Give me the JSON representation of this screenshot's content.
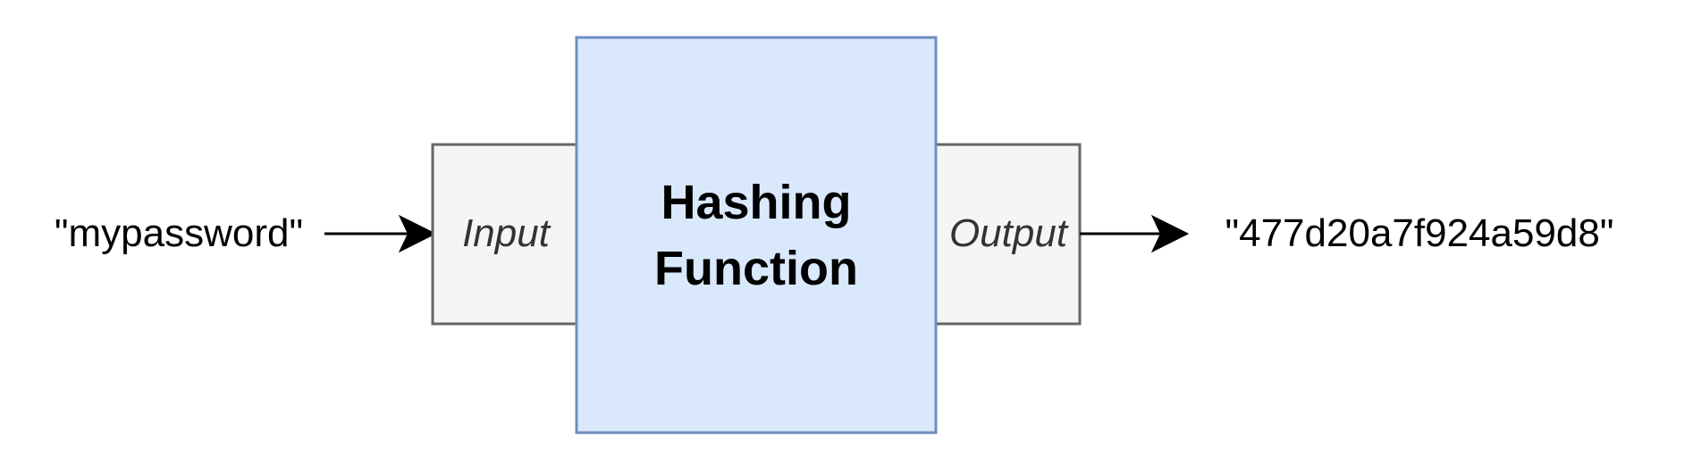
{
  "diagram": {
    "input_value": "\"mypassword\"",
    "input_port_label": "Input",
    "function_title_line1": "Hashing",
    "function_title_line2": "Function",
    "output_port_label": "Output",
    "output_value": "\"477d20a7f924a59d8\""
  },
  "colors": {
    "function_fill": "#dae8fc",
    "function_stroke": "#6c8ebf",
    "port_fill": "#f5f5f5",
    "port_stroke": "#666666",
    "arrow": "#000000"
  }
}
